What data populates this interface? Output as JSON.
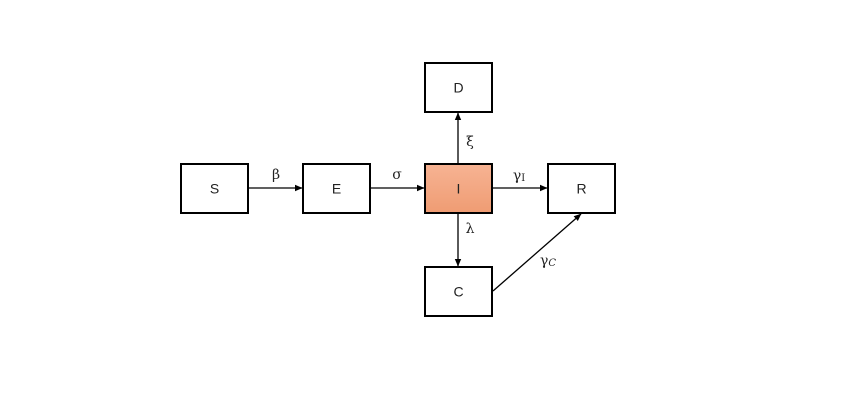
{
  "diagram": {
    "nodes": {
      "S": {
        "label": "S"
      },
      "E": {
        "label": "E"
      },
      "I": {
        "label": "I",
        "fill": "#f4a582"
      },
      "R": {
        "label": "R"
      },
      "D": {
        "label": "D"
      },
      "C": {
        "label": "C"
      }
    },
    "edges": {
      "S_E": {
        "from": "S",
        "to": "E",
        "label": "β"
      },
      "E_I": {
        "from": "E",
        "to": "I",
        "label": "σ"
      },
      "I_R": {
        "from": "I",
        "to": "R",
        "label": "γ",
        "sub": "I"
      },
      "I_D": {
        "from": "I",
        "to": "D",
        "label": "ξ"
      },
      "I_C": {
        "from": "I",
        "to": "C",
        "label": "λ"
      },
      "C_R": {
        "from": "C",
        "to": "R",
        "label": "γ",
        "sub": "C"
      }
    },
    "colors": {
      "infected_fill_top": "#f7b393",
      "infected_fill_bottom": "#ef9c73",
      "stroke": "#000000"
    }
  }
}
